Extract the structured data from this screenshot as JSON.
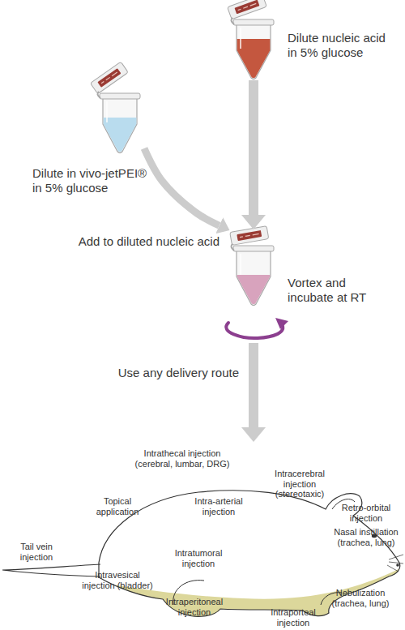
{
  "diagram": {
    "nodes": [
      {
        "text": [
          "Dilute nucleic acid in 5% glucose"
        ]
      },
      {
        "text": [
          "Dilute in vivo-jetPEI® in 5% glucose"
        ]
      },
      {
        "text": [
          "Vortex and incubate at RT"
        ]
      },
      {
        "text": [
          "Intrathecal injection (cerebral, lumbar, DRG)",
          "Intracerebral injection (stereotaxic)",
          "Intra-arterial injection",
          "Topical application",
          "Retro-orbital injection",
          "Nasal instillation (trachea, lung)",
          "Tail vein injection",
          "Intratumoral injection",
          "Intravesical injection (bladder)",
          "Nebulization (trachea, lung)",
          "Intraperitoneal injection",
          "Intraporteal injection"
        ]
      }
    ],
    "edges": [
      {
        "from": 0,
        "to": 2,
        "arrow": "to"
      },
      {
        "from": 1,
        "to": 2,
        "label": "Add to diluted nucleic acid",
        "arrow": "to"
      },
      {
        "from": 2,
        "to": 3,
        "label": "Use any delivery route",
        "arrow": "to"
      }
    ]
  }
}
